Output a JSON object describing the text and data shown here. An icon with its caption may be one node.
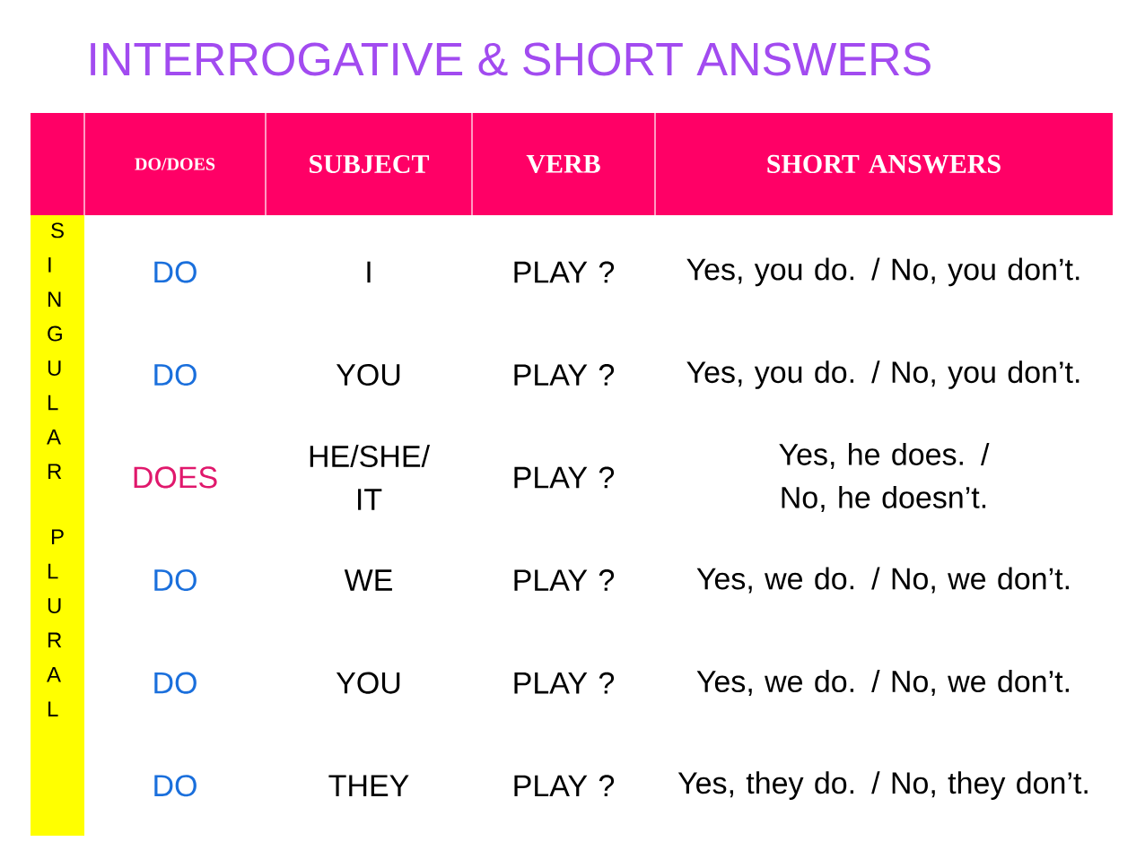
{
  "diagram": {
    "title": "INTERROGATIVE & SHORT ANSWERS",
    "labels": [
      "DO/DOES",
      "SUBJECT",
      "VERB",
      "SHORT ANSWERS",
      "SINGULAR",
      "PLURAL",
      "DO",
      "I",
      "PLAY ?",
      "Yes, you do. / No, you don’t.",
      "DO",
      "YOU",
      "PLAY ?",
      "Yes, you do. / No, you don’t.",
      "DOES",
      "HE/SHE/ IT",
      "PLAY ?",
      "Yes, he does. / No, he doesn’t.",
      "DO",
      "WE",
      "PLAY ?",
      "Yes, we do. / No, we don’t.",
      "DO",
      "YOU",
      "PLAY ?",
      "Yes, we do. / No, we don’t.",
      "DO",
      "THEY",
      "PLAY ?",
      "Yes, they do. / No, they don’t."
    ]
  }
}
